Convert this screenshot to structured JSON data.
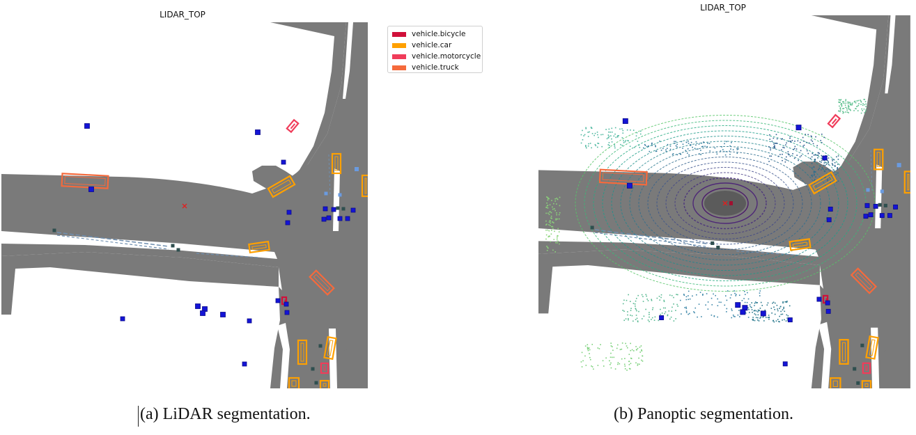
{
  "colors": {
    "road": "#7a7a7a",
    "background": "#ffffff",
    "pedestrian_box": "#1414d6",
    "barrier_box": "#2f4f4f",
    "cone_box": "#6a9be0",
    "ego_marker": "#e02020",
    "lane_line": "#6f8fb0"
  },
  "panel_a": {
    "title": "LIDAR_TOP",
    "caption": "(a) LiDAR segmentation."
  },
  "panel_b": {
    "title": "LIDAR_TOP",
    "caption": "(b) Panoptic segmentation."
  },
  "legend": {
    "items": [
      {
        "label": "vehicle.bicycle",
        "color": "#d0103a"
      },
      {
        "label": "vehicle.car",
        "color": "#ffa000"
      },
      {
        "label": "vehicle.motorcycle",
        "color": "#f03c5a"
      },
      {
        "label": "vehicle.truck",
        "color": "#f56a3c"
      }
    ]
  }
}
